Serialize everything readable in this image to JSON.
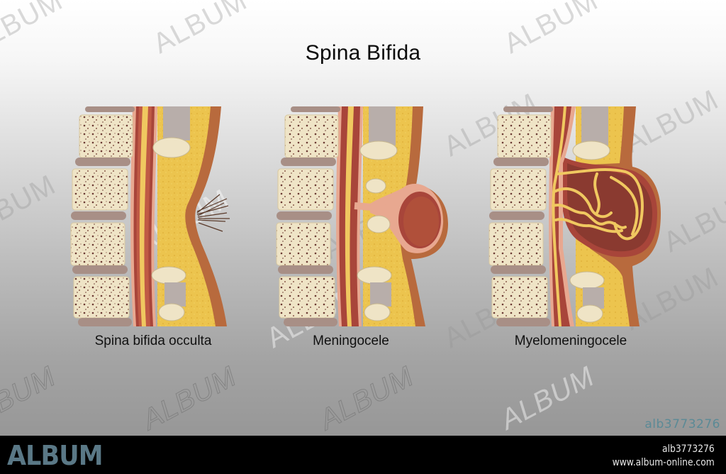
{
  "title": "Spina Bifida",
  "panels": [
    {
      "id": "occulta",
      "caption": "Spina bifida occulta",
      "feature": "tuft of hair over skin dimple"
    },
    {
      "id": "meningocele",
      "caption": "Meningocele",
      "feature": "fluid-filled meningeal sac protruding through skin"
    },
    {
      "id": "myelomeningocele",
      "caption": "Myelomeningocele",
      "feature": "sac containing spinal cord and nerve roots"
    }
  ],
  "watermark": {
    "text": "ALBUM",
    "corner_id": "alb3773276"
  },
  "footer": {
    "logo": "ALBUM",
    "image_id": "alb3773276",
    "url": "www.album-online.com"
  },
  "colors": {
    "bone": "#efe4c6",
    "disc": "#a88f86",
    "fat": "#e8c04a",
    "skin": "#b86a3d",
    "dura": "#a8453a",
    "nerve": "#f0c860",
    "footer_logo": "#5a7886",
    "corner_id": "#5b8a96"
  }
}
